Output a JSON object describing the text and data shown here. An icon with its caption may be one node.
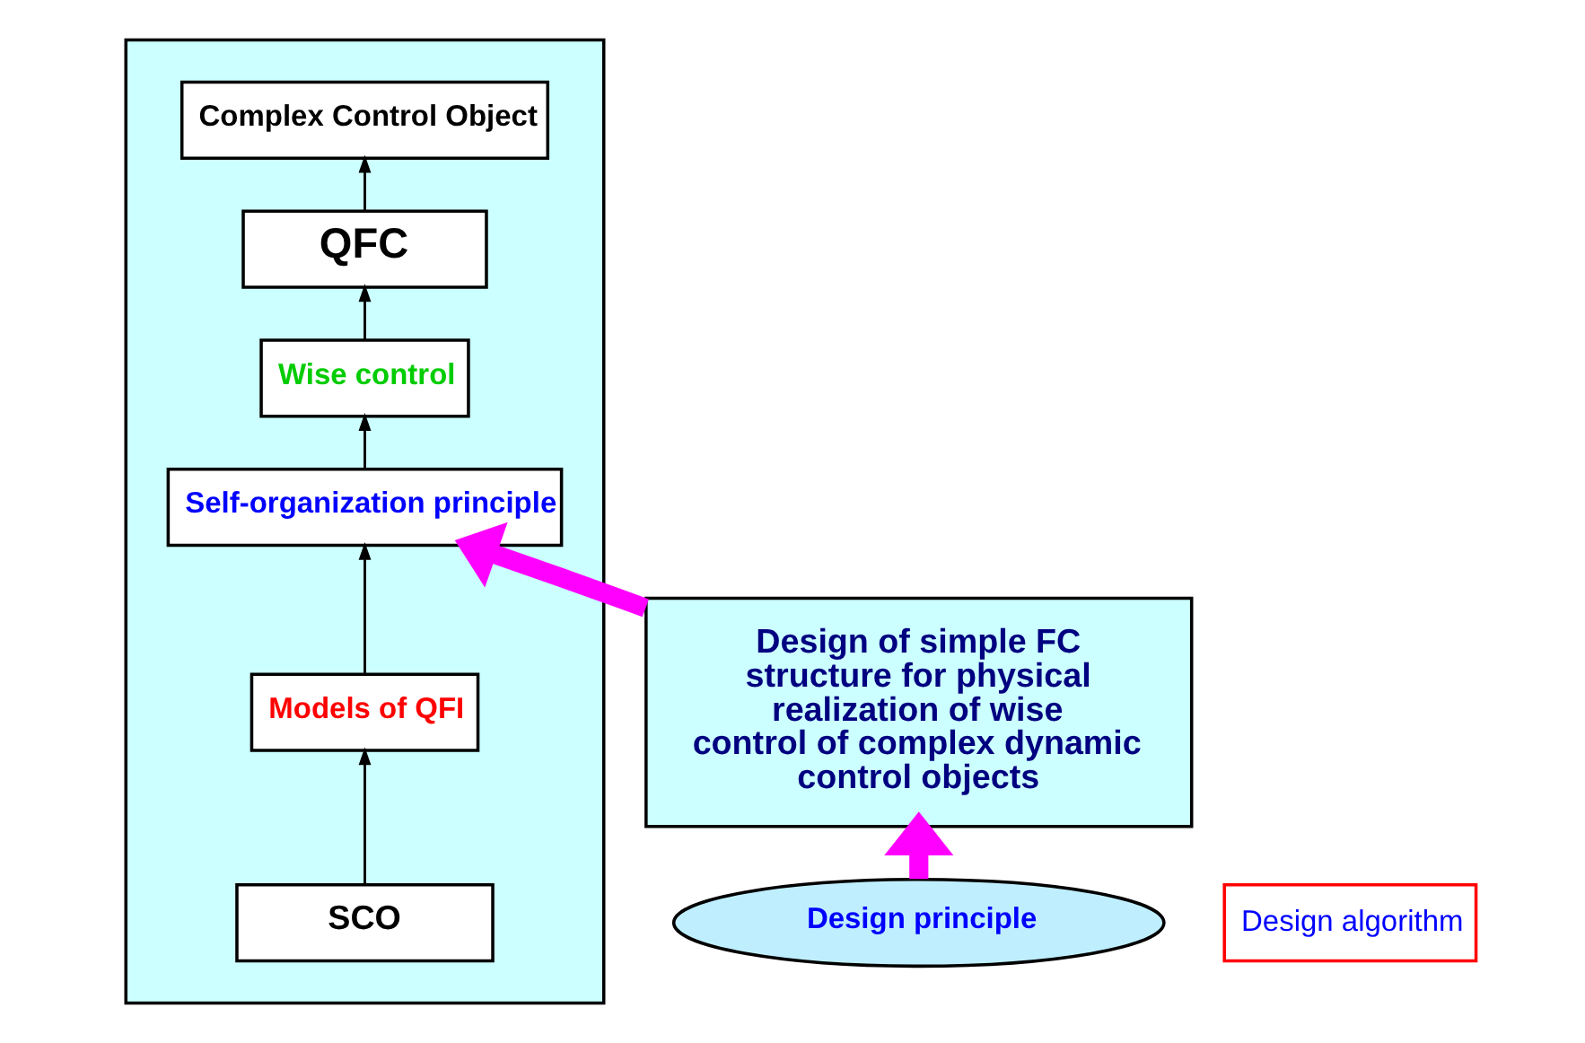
{
  "diagram": {
    "nodes": [
      {
        "text": [
          "Design of simple FC structure for physical realization of wise control of complex dynamic control objects"
        ]
      },
      {
        "text": [
          "Design principle"
        ]
      },
      {
        "text": [],
        "shape": "box"
      },
      {
        "text": [
          "Complex Control Object"
        ],
        "in": 2
      },
      {
        "text": [
          "QFC"
        ],
        "in": 2
      },
      {
        "text": [
          "Wise control"
        ],
        "in": 2
      },
      {
        "text": [
          "Self-organization principle"
        ],
        "in": 2
      },
      {
        "text": [
          "Models of QFI"
        ],
        "in": 2
      },
      {
        "text": [
          "SCO"
        ],
        "in": 2
      },
      {
        "text": [
          "Design algorithm"
        ]
      }
    ],
    "edges": [
      {
        "from": 8,
        "to": 7,
        "arrow": "to"
      },
      {
        "from": 7,
        "to": 6,
        "arrow": "to"
      },
      {
        "from": 6,
        "to": 5,
        "arrow": "to"
      },
      {
        "from": 5,
        "to": 4,
        "arrow": "to"
      },
      {
        "from": 4,
        "to": 3,
        "arrow": "to"
      },
      {
        "from": 0,
        "to": 6,
        "arrow": "to",
        "style": "thick",
        "color": "#ff00ff"
      },
      {
        "from": 1,
        "to": 0,
        "arrow": "to",
        "style": "thick",
        "color": "#ff00ff"
      }
    ]
  }
}
